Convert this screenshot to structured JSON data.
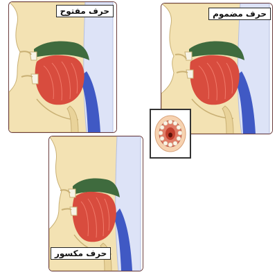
{
  "labels": {
    "open": "حرف مفتوح",
    "rounded": "حرف مضموم",
    "broken": "حرف مكسور"
  },
  "colors": {
    "skin": "#f3e2b3",
    "skin_edge": "#c9b074",
    "cavity": "#3f6b3e",
    "tongue": "#d84c3e",
    "tongue_light": "#f07a6a",
    "teeth": "#f7f3e6",
    "trachea": "#4059c4",
    "spine": "#dde3f7",
    "frame": "#6b3d3d"
  },
  "icons": {
    "inset": "open-mouth-icon"
  }
}
